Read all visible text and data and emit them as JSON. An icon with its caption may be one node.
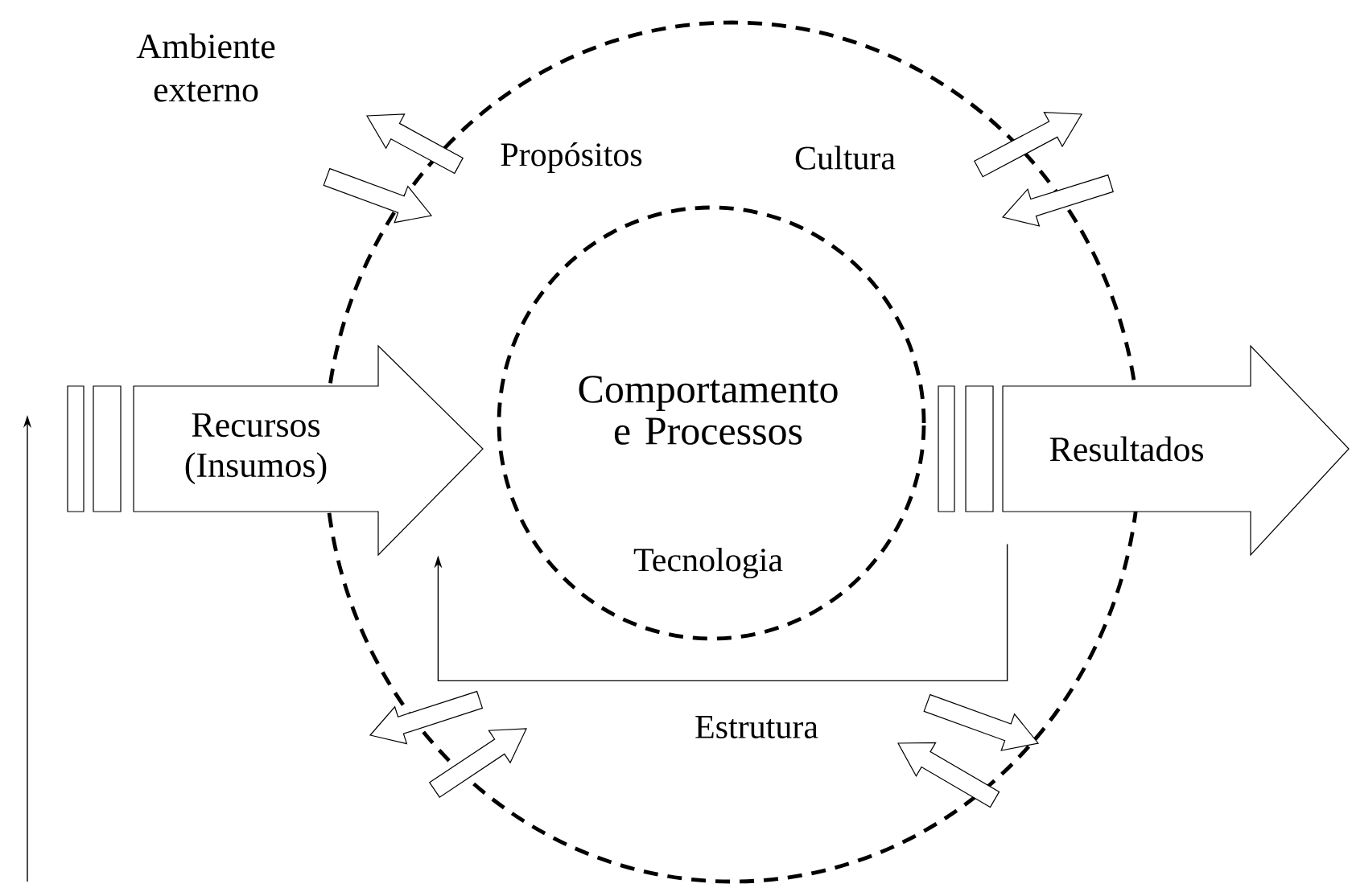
{
  "diagram": {
    "nodes": [
      {
        "text": [
          "Propósitos",
          "Cultura",
          "Estrutura"
        ]
      },
      {
        "text": [
          "Comportamento e Processos",
          "Tecnologia"
        ],
        "in": 0
      },
      {
        "text": [
          "Recursos (Insumos)"
        ]
      },
      {
        "text": [
          "Resultados"
        ]
      }
    ],
    "edges": [
      {
        "from": 3,
        "to": 2,
        "arrow": "to"
      }
    ],
    "labels": [
      "Ambiente externo"
    ]
  }
}
